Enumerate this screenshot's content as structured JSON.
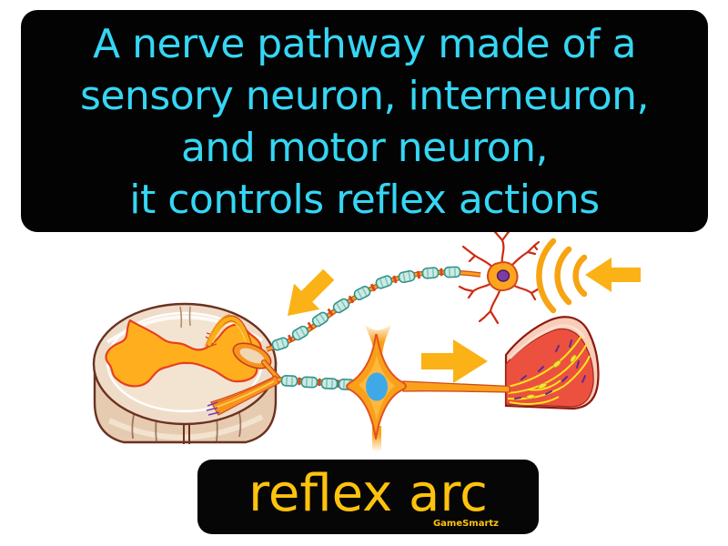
{
  "definition_card": {
    "lines": [
      "A nerve pathway made of a",
      "sensory neuron, interneuron,",
      "and motor neuron,",
      "it controls reflex actions"
    ],
    "text_color": "#35D6F4",
    "bg_color": "#030303"
  },
  "term_card": {
    "term": "reflex arc",
    "watermark": "GameSmartz",
    "text_color": "#FFC20D",
    "bg_color": "#060606"
  },
  "illustration": {
    "description": "Reflex arc pathway: stimulus waves reach a sensory neuron, signal travels along a myelinated sensory axon through the dorsal root ganglion into the spinal cord cross-section, through an interneuron/motor neuron, and out along a motor axon to the muscle effector",
    "arrow_color": "#FBB216",
    "icons": [
      "stimulus-waves-icon",
      "arrow-left-icon",
      "sensory-neuron-icon",
      "myelinated-axon-icon",
      "dorsal-root-ganglion-icon",
      "arrow-down-left-icon",
      "spinal-cord-cross-section-icon",
      "interneuron-icon",
      "arrow-right-icon",
      "motor-axon-icon",
      "muscle-effector-icon"
    ]
  }
}
